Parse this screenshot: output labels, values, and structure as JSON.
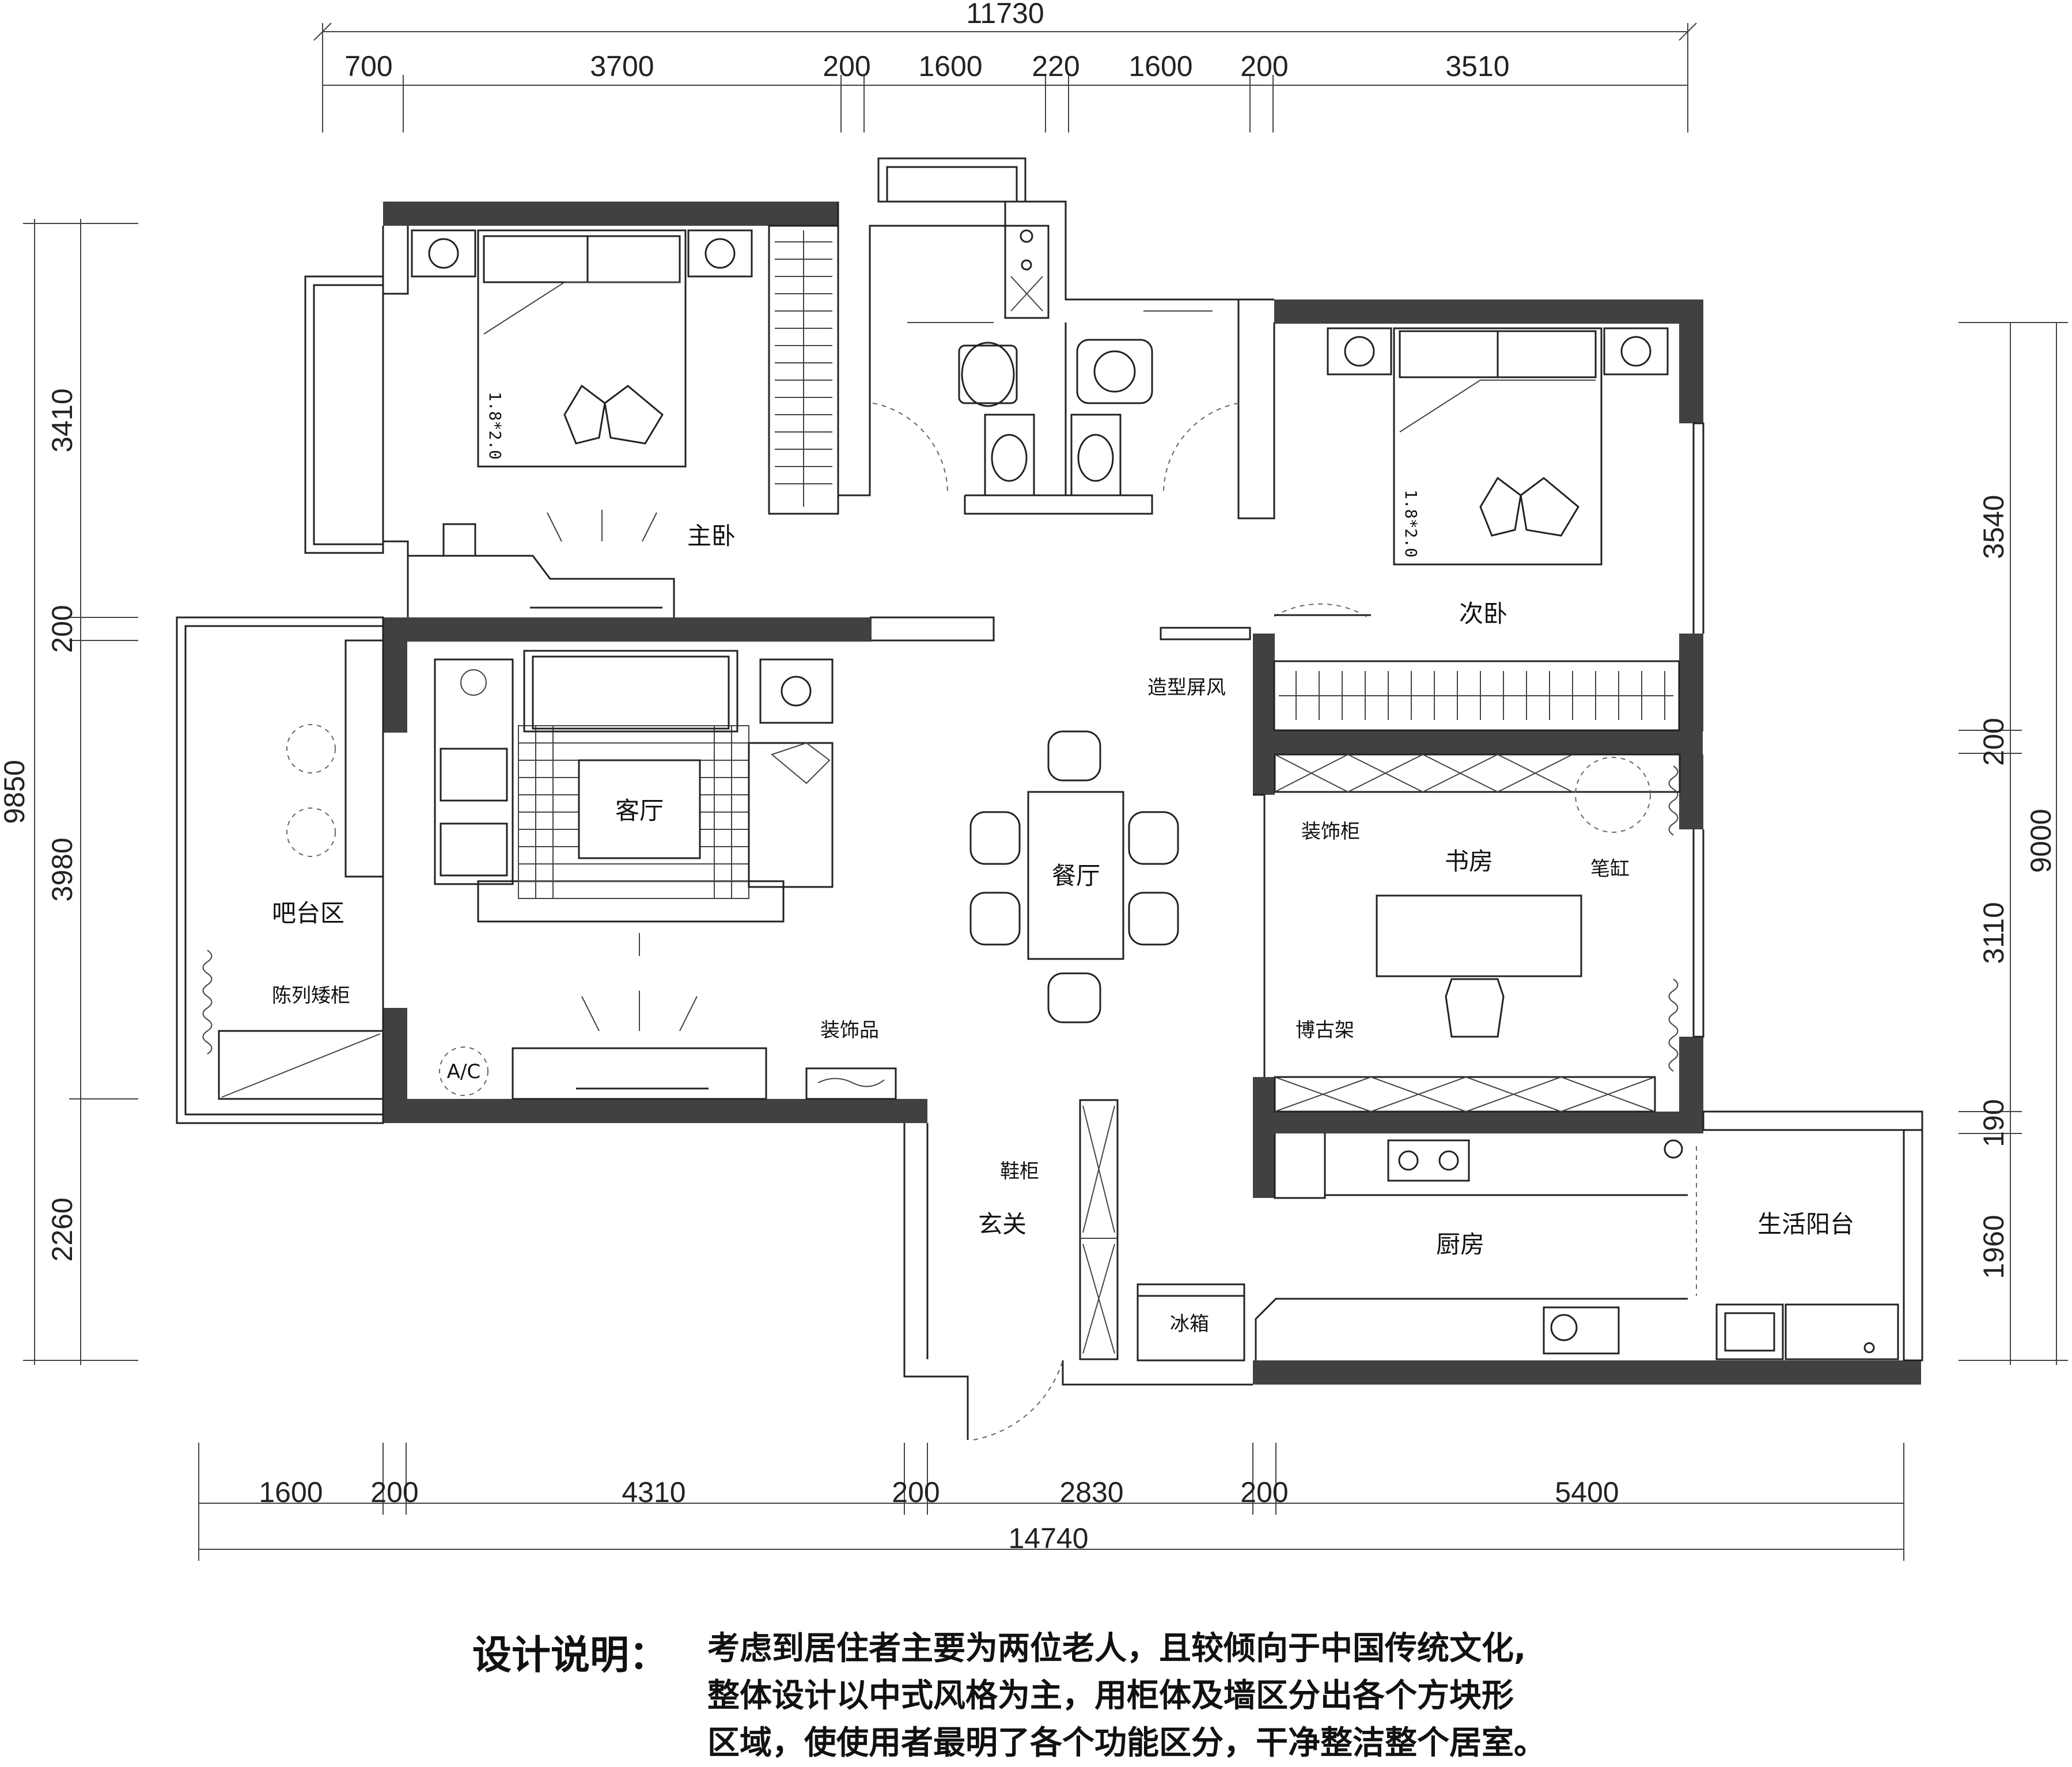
{
  "dimensions": {
    "top_total": "11730",
    "top_segments": [
      "700",
      "3700",
      "200",
      "1600",
      "220",
      "1600",
      "200",
      "3510"
    ],
    "bottom_total": "14740",
    "bottom_segments": [
      "1600",
      "200",
      "4310",
      "200",
      "2830",
      "200",
      "5400"
    ],
    "left_total": "9850",
    "left_segments": [
      "3410",
      "200",
      "3980",
      "2260"
    ],
    "right_total": "9000",
    "right_segments": [
      "3540",
      "200",
      "3110",
      "190",
      "1960"
    ]
  },
  "rooms": {
    "master_bedroom": "主卧",
    "second_bedroom": "次卧",
    "living_room": "客厅",
    "dining_room": "餐厅",
    "study": "书房",
    "bar_area": "吧台区",
    "entrance": "玄关",
    "kitchen": "厨房",
    "service_balcony": "生活阳台"
  },
  "labels": {
    "screen": "造型屏风",
    "decor_cabinet": "装饰柜",
    "brush_pot": "笔缸",
    "curio_shelf": "博古架",
    "display_cabinet": "陈列矮柜",
    "ornament": "装饰品",
    "shoe_cabinet": "鞋柜",
    "fridge": "冰箱",
    "ac": "A/C",
    "bed_size_master": "1.8*2.0",
    "bed_size_second": "1.8*2.0"
  },
  "design_note": {
    "heading": "设计说明：",
    "lines": [
      "考虑到居住者主要为两位老人，且较倾向于中国传统文化,",
      "整体设计以中式风格为主，用柜体及墙区分出各个方块形",
      "区域，使使用者最明了各个功能区分，干净整洁整个居室。"
    ]
  },
  "colors": {
    "wall": "#414042",
    "line": "#222222"
  }
}
